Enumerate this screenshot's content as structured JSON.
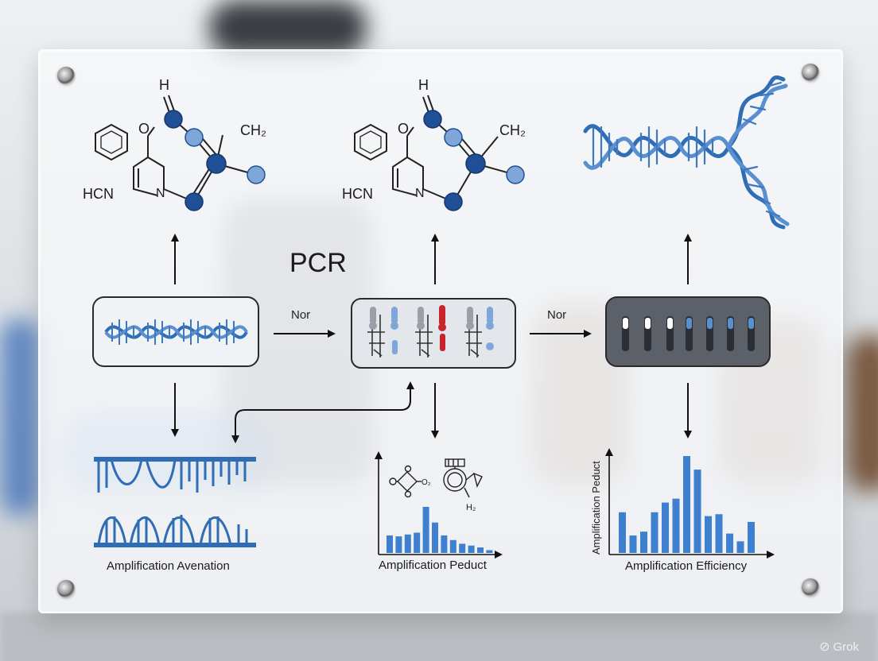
{
  "diagram": {
    "title": "PCR",
    "arrow_labels": [
      "Nor",
      "Nor"
    ],
    "molecule_labels": {
      "h": "H",
      "o": "O",
      "ch2": "CH₂",
      "hcn": "HCN",
      "n": "N"
    },
    "mid_chart_labels": {
      "sub": "O₂",
      "h2": "H₂"
    },
    "captions": {
      "left": "Amplification Avenation",
      "middle": "Amplification Peduct",
      "right": "Amplification Efficiency"
    },
    "right_chart_ylabel": "Amplification Peduct"
  },
  "chart_data": [
    {
      "type": "bar",
      "title": "",
      "xlabel": "Amplification Peduct",
      "ylabel": "",
      "values": [
        38,
        36,
        40,
        44,
        100,
        66,
        38,
        28,
        20,
        16,
        12,
        6
      ]
    },
    {
      "type": "bar",
      "title": "",
      "xlabel": "Amplification Efficiency",
      "ylabel": "Amplification Peduct",
      "values": [
        42,
        18,
        22,
        42,
        52,
        56,
        100,
        86,
        38,
        40,
        20,
        12,
        32
      ]
    }
  ],
  "colors": {
    "dna_blue": "#2f6db5",
    "node_dark": "#1f4f96",
    "node_light": "#7fa6d8",
    "red_strand": "#c8242c",
    "bar_blue": "#3f7fcf",
    "panel_dark": "#5c6068"
  },
  "watermark": {
    "icon": "grok-icon",
    "text": "Grok"
  }
}
